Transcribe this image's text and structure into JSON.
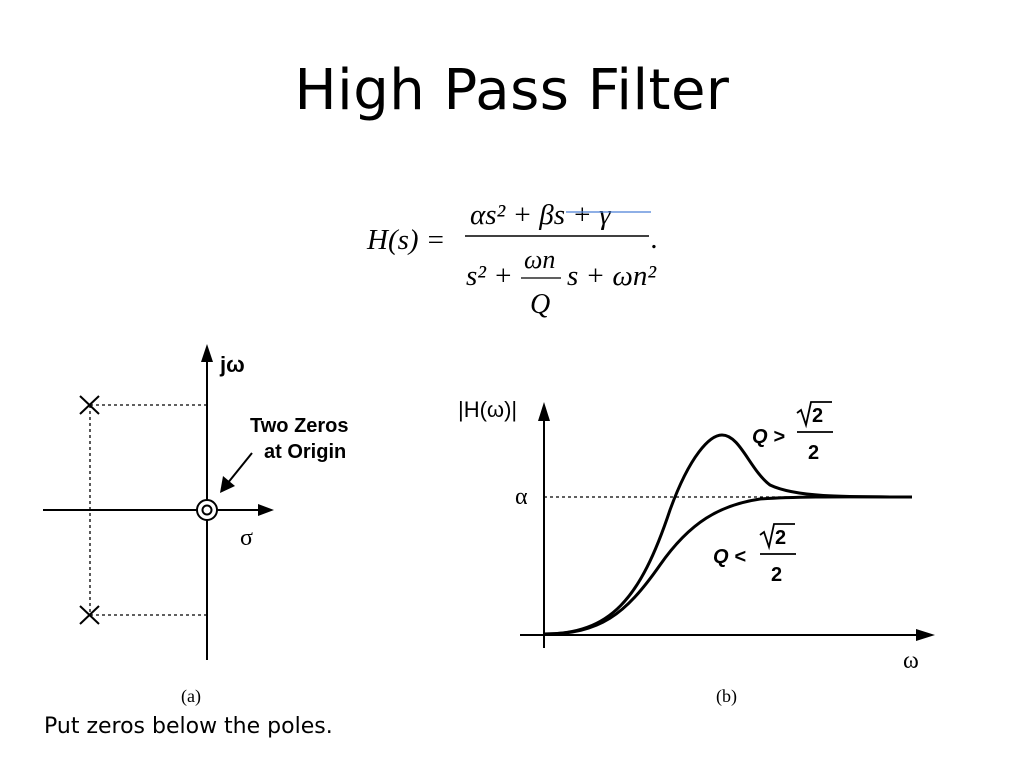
{
  "slide": {
    "title": "High Pass Filter",
    "caption": "Put zeros below the poles."
  },
  "formula": {
    "lhs": "H(s) =",
    "numerator": "αs² + βs + γ",
    "denominator_left": "s² +",
    "inner_numerator": "ωn",
    "inner_denominator": "Q",
    "denominator_right": "s + ωn²",
    "period": "."
  },
  "diagram_a": {
    "imag_axis_label": "jω",
    "real_axis_label": "σ",
    "annotation_line1": "Two Zeros",
    "annotation_line2": "at Origin",
    "panel_label": "(a)"
  },
  "diagram_b": {
    "y_axis_label": "|H(ω)|",
    "x_axis_label": "ω",
    "asymptote_label": "α",
    "curve_high_q_label": "Q >",
    "curve_low_q_label": "Q <",
    "fraction_numerator": "2",
    "fraction_denominator": "2",
    "panel_label": "(b)"
  }
}
